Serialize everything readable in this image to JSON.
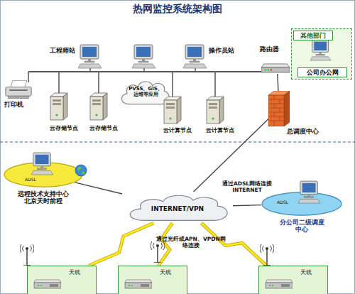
{
  "diagram": {
    "title": "热网监控系统架构图",
    "nodes": [
      {
        "text": [
          "工程师站"
        ]
      },
      {
        "text": [
          "操作员站"
        ]
      },
      {
        "text": [
          "路由器"
        ]
      },
      {
        "text": [
          "其他部门",
          "公司办公网"
        ]
      },
      {
        "text": [
          "打印机"
        ]
      },
      {
        "text": [
          "云存储节点"
        ]
      },
      {
        "text": [
          "云存储节点"
        ]
      },
      {
        "text": [
          "PVSS、GIS、运维等应用"
        ]
      },
      {
        "text": [
          "云计算节点"
        ]
      },
      {
        "text": [
          "云计算节点"
        ]
      },
      {
        "text": [
          "总调度中心"
        ]
      },
      {
        "text": [
          "ADSL",
          "远程技术支持中心 北京天时前程"
        ]
      },
      {
        "text": [
          "INTERNET/VPN"
        ]
      },
      {
        "text": [
          "ADSL",
          "分公司二级调度中心"
        ]
      },
      {
        "text": [
          "天线"
        ]
      },
      {
        "text": [
          "天线"
        ]
      },
      {
        "text": [
          "天线"
        ]
      }
    ],
    "edges": [
      {
        "from": 2,
        "to": 3,
        "arrow": "none"
      },
      {
        "from": 2,
        "to": 10,
        "arrow": "none"
      },
      {
        "from": 10,
        "to": 12,
        "arrow": "none"
      },
      {
        "from": 11,
        "to": 12,
        "arrow": "none"
      },
      {
        "from": 12,
        "to": 13,
        "label": "通过ADSL网络连接 INTERNET",
        "arrow": "none"
      },
      {
        "from": 12,
        "to": 14,
        "arrow": "none"
      },
      {
        "from": 12,
        "to": 15,
        "label": "通过光纤或APN、VPDN网络连接",
        "arrow": "none"
      },
      {
        "from": 12,
        "to": 16,
        "arrow": "none"
      }
    ]
  }
}
